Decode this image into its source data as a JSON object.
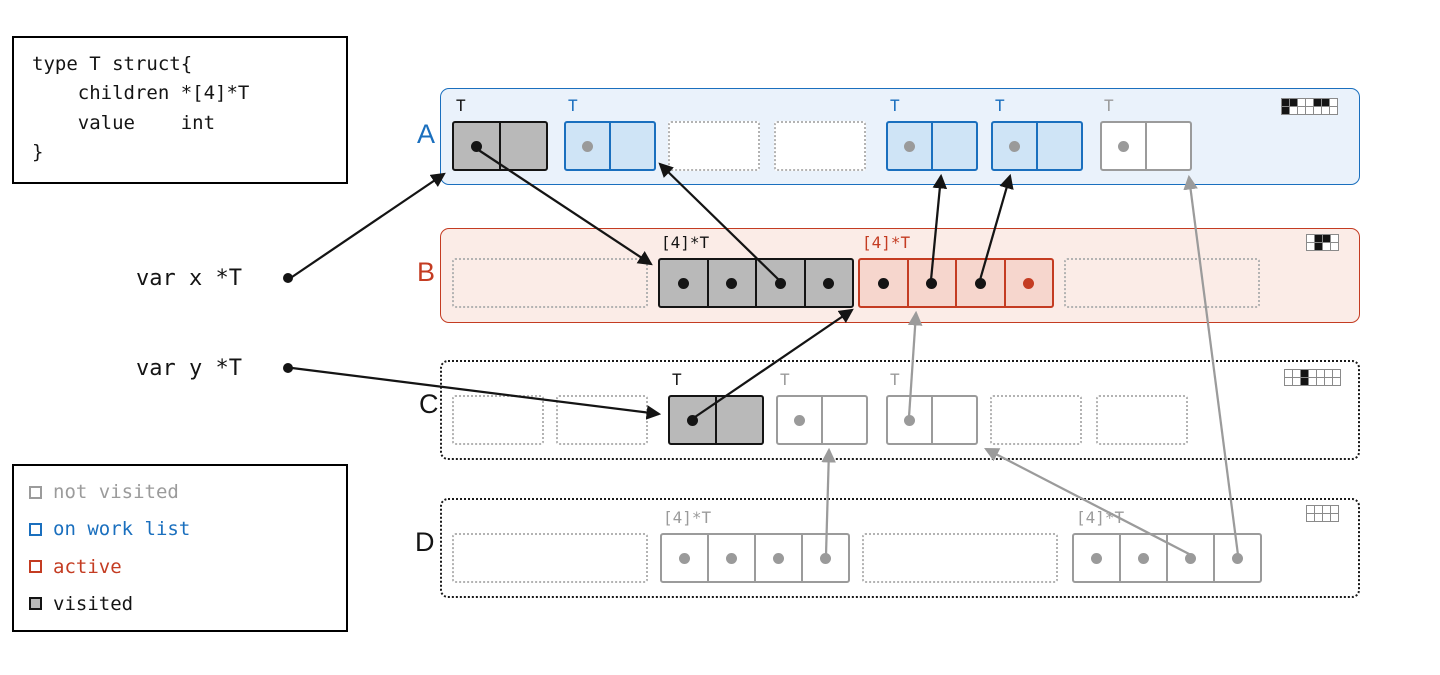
{
  "code_box": {
    "code": "type T struct{\n    children *[4]*T\n    value    int\n}"
  },
  "vars": {
    "x": {
      "label": "var x *T"
    },
    "y": {
      "label": "var y *T"
    }
  },
  "legend": {
    "items": [
      {
        "label": "not visited",
        "color": "#9b9b9b"
      },
      {
        "label": "on work list",
        "color": "#1a6fbe"
      },
      {
        "label": "active",
        "color": "#c43c22"
      },
      {
        "label": "visited",
        "color": "#141414"
      }
    ]
  },
  "regions": {
    "a": {
      "label": "A",
      "slots": [
        "visited",
        "on-work-list",
        "free",
        "free",
        "on-work-list",
        "on-work-list",
        "not-visited"
      ],
      "object_labels": {
        "a1": "T",
        "a2": "T",
        "a5": "T",
        "a6": "T",
        "a7": "T"
      },
      "bitmap": [
        [
          1,
          1,
          0,
          0,
          1,
          1,
          0
        ],
        [
          1,
          0,
          0,
          0,
          0,
          0,
          0
        ]
      ]
    },
    "b": {
      "label": "B",
      "slots": [
        "free",
        "visited-array",
        "active-array",
        "free"
      ],
      "object_labels": {
        "array1": "[4]*T",
        "array2": "[4]*T"
      },
      "bitmap": [
        [
          0,
          1,
          1,
          0
        ],
        [
          0,
          1,
          0,
          0
        ]
      ]
    },
    "c": {
      "label": "C",
      "slots": [
        "free",
        "free",
        "visited",
        "not-visited",
        "not-visited",
        "free",
        "free"
      ],
      "object_labels": {
        "c3": "T",
        "c4": "T",
        "c5": "T"
      },
      "bitmap": [
        [
          0,
          0,
          1,
          0,
          0,
          0,
          0
        ],
        [
          0,
          0,
          1,
          0,
          0,
          0,
          0
        ]
      ]
    },
    "d": {
      "label": "D",
      "slots": [
        "free",
        "not-visited-array",
        "free",
        "not-visited-array"
      ],
      "object_labels": {
        "array1": "[4]*T",
        "array2": "[4]*T"
      },
      "bitmap": [
        [
          0,
          0,
          0,
          0
        ],
        [
          0,
          0,
          0,
          0
        ]
      ]
    }
  },
  "arrows": [
    {
      "from": "var x",
      "to": "A1",
      "style": "black"
    },
    {
      "from": "var y",
      "to": "C3",
      "style": "black"
    },
    {
      "from": "A1.children",
      "to": "B.array1",
      "style": "black"
    },
    {
      "from": "B.array1[2]",
      "to": "A2",
      "style": "black"
    },
    {
      "from": "C3.children",
      "to": "B.array2",
      "style": "black"
    },
    {
      "from": "B.array2[1]",
      "to": "A5",
      "style": "black"
    },
    {
      "from": "B.array2[2]",
      "to": "A6",
      "style": "black"
    },
    {
      "from": "C5.children",
      "to": "B.array2",
      "style": "gray"
    },
    {
      "from": "D.array1[3]",
      "to": "C4",
      "style": "gray"
    },
    {
      "from": "D.array2[2]",
      "to": "C5",
      "style": "gray"
    },
    {
      "from": "D.array2[3]",
      "to": "A7",
      "style": "gray"
    }
  ]
}
